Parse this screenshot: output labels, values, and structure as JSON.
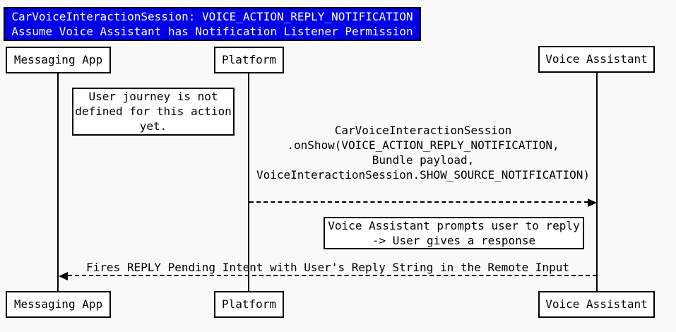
{
  "colors": {
    "background": "#f9f9f9",
    "title_bg": "#0000e8",
    "title_text": "#ffffff",
    "box_bg": "#ffffff",
    "line": "#000000"
  },
  "title": {
    "line1": "CarVoiceInteractionSession: VOICE_ACTION_REPLY_NOTIFICATION",
    "line2": "Assume Voice Assistant has Notification Listener Permission"
  },
  "participants": [
    {
      "label": "Messaging App"
    },
    {
      "label": "Platform"
    },
    {
      "label": "Voice Assistant"
    }
  ],
  "notes": [
    {
      "lines": [
        "User journey is not",
        "defined for this action",
        "yet."
      ]
    },
    {
      "lines": [
        "Voice Assistant prompts user to reply",
        "-> User gives a response"
      ]
    }
  ],
  "messages": [
    {
      "from": "Platform",
      "to": "Voice Assistant",
      "style": "dashed",
      "lines": [
        "CarVoiceInteractionSession",
        ".onShow(VOICE_ACTION_REPLY_NOTIFICATION,",
        "Bundle payload,",
        "VoiceInteractionSession.SHOW_SOURCE_NOTIFICATION)"
      ]
    },
    {
      "from": "Voice Assistant",
      "to": "Messaging App",
      "style": "dashed",
      "lines": [
        "Fires REPLY Pending Intent with User's Reply String in the Remote Input"
      ]
    }
  ]
}
